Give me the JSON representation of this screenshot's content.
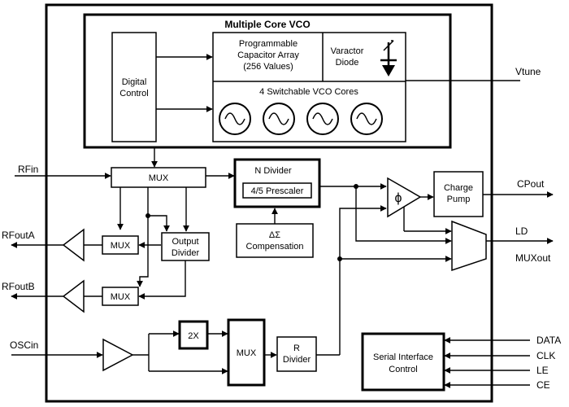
{
  "vco": {
    "title": "Multiple Core VCO",
    "digital_control": [
      "Digital",
      "Control"
    ],
    "cap_array": [
      "Programmable",
      "Capacitor Array",
      "(256 Values)"
    ],
    "varactor": [
      "Varactor",
      "Diode"
    ],
    "cores_label": "4 Switchable VCO Cores",
    "core_count": 4
  },
  "blocks": {
    "mux_main": "MUX",
    "n_divider": "N Divider",
    "prescaler": "4/5 Prescaler",
    "delta_sigma": [
      "ΔΣ",
      "Compensation"
    ],
    "phase_detector": "ϕ",
    "charge_pump": [
      "Charge",
      "Pump"
    ],
    "mux_a": "MUX",
    "mux_b": "MUX",
    "output_divider": [
      "Output",
      "Divider"
    ],
    "doubler": "2X",
    "mux_ref": "MUX",
    "r_divider": [
      "R",
      "Divider"
    ],
    "serial_interface": [
      "Serial Interface",
      "Control"
    ]
  },
  "pins": {
    "vtune": "Vtune",
    "rfin": "RFin",
    "rfouta": "RFoutA",
    "rfoutb": "RFoutB",
    "oscin": "OSCin",
    "cpout": "CPout",
    "ld": "LD",
    "muxout": "MUXout",
    "data": "DATA",
    "clk": "CLK",
    "le": "LE",
    "ce": "CE"
  }
}
